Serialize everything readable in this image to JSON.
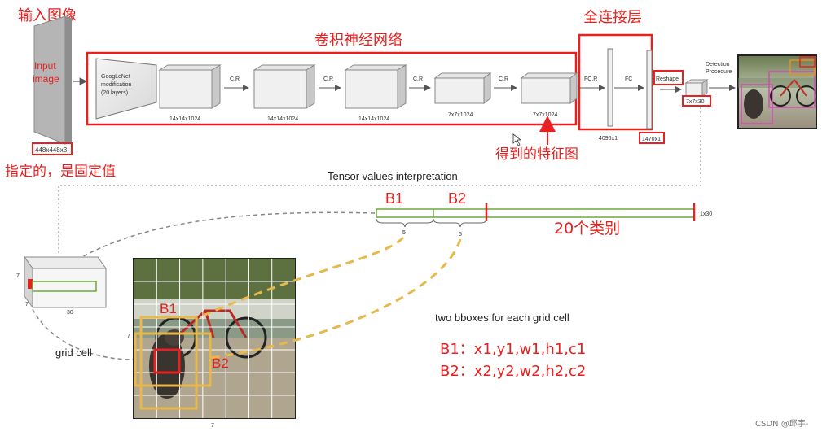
{
  "annotations": {
    "input_image_cn": "输入图像",
    "cnn_cn": "卷积神经网络",
    "fc_cn": "全连接层",
    "fixed_value_cn": "指定的，是固定值",
    "feature_map_cn": "得到的特征图",
    "twenty_classes_cn": "20个类别"
  },
  "input_block": {
    "label_line1": "Input",
    "label_line2": "image",
    "size": "448x448x3"
  },
  "googlenet": {
    "line1": "GoogLeNet",
    "line2": "modification",
    "line3": "(20 layers)"
  },
  "conv_blocks": [
    {
      "dim": "14x14x1024",
      "arrow": "C,R"
    },
    {
      "dim": "14x14x1024",
      "arrow": "C,R"
    },
    {
      "dim": "14x14x1024",
      "arrow": "C,R"
    },
    {
      "dim": "7x7x1024",
      "arrow": "C,R"
    },
    {
      "dim": "7x7x1024",
      "arrow": "FC,R"
    }
  ],
  "fc": {
    "arrow": "FC",
    "dim1": "4096x1",
    "dim2": "1470x1",
    "reshape": "Reshape",
    "out": "7x7x30"
  },
  "detection": {
    "line1": "Detection",
    "line2": "Procedure"
  },
  "tensor": {
    "title": "Tensor values interpretation",
    "size_label": "1x30",
    "b1": "B1",
    "b2": "B2",
    "b1_count": "5",
    "b2_count": "5"
  },
  "cube": {
    "h": "7",
    "w": "7",
    "d": "30"
  },
  "grid": {
    "side_label": "7",
    "bottom_label": "7",
    "cell_label": "grid cell",
    "b1": "B1",
    "b2": "B2"
  },
  "bbox_text": {
    "heading": "two bboxes for each grid cell",
    "line1": "B1：x1,y1,w1,h1,c1",
    "line2": "B2：x2,y2,w2,h2,c2"
  },
  "watermark": "CSDN @邱宇-",
  "colors": {
    "red": "#e8201f",
    "green": "#6aaa3c",
    "gold": "#e8b84a"
  }
}
